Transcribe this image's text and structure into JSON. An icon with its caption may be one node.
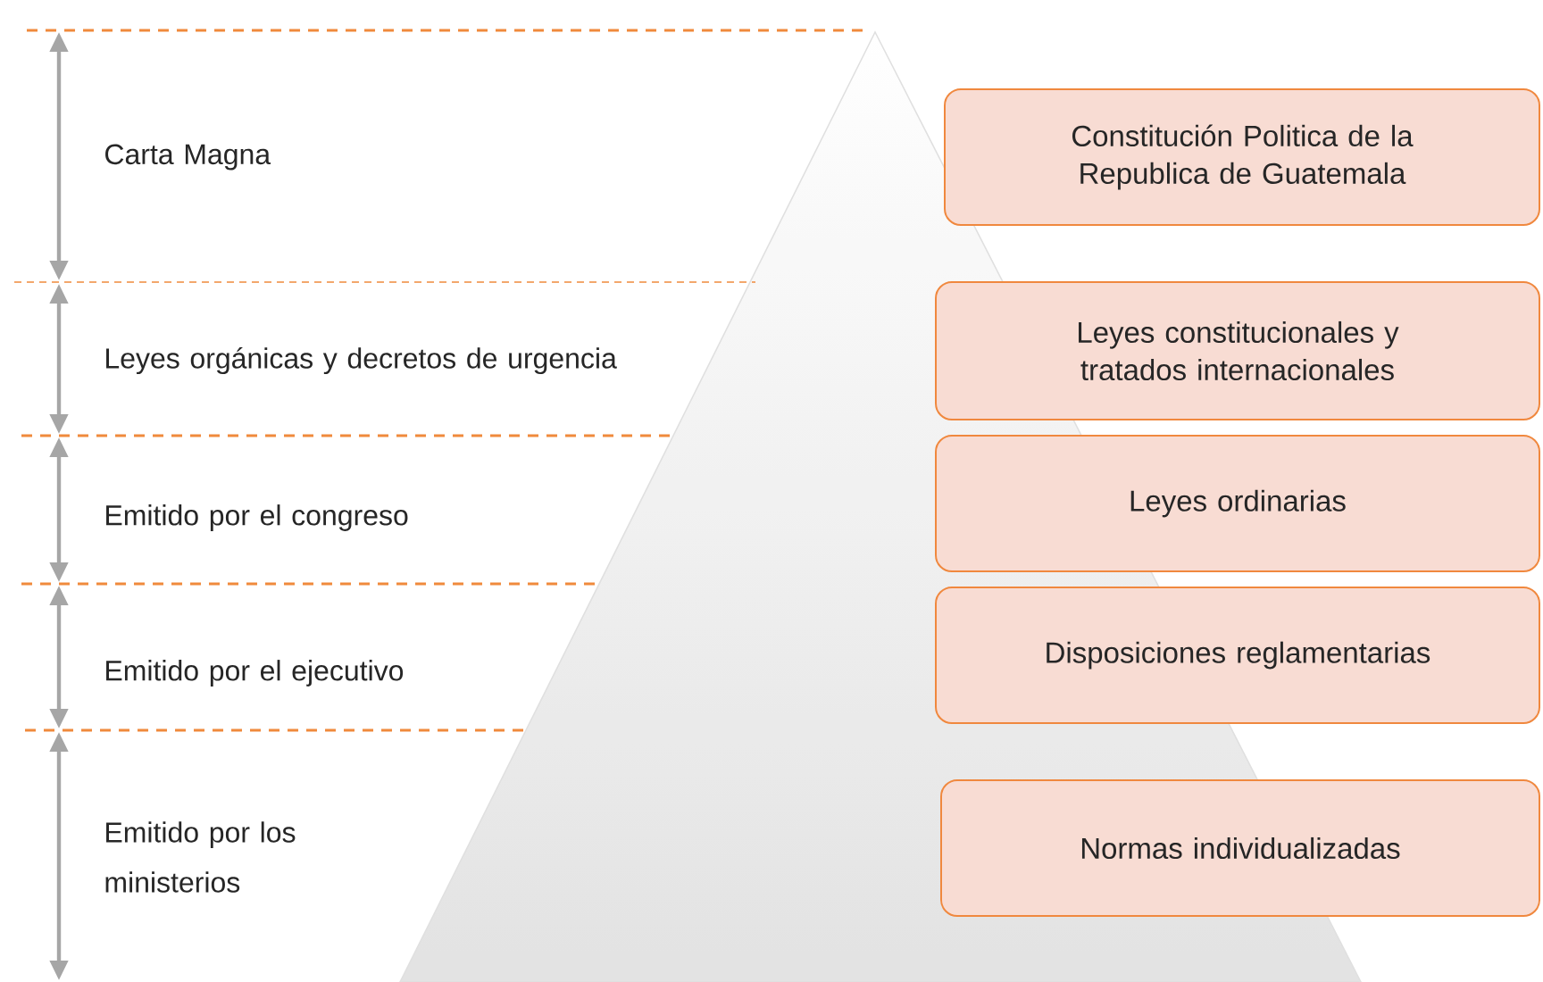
{
  "diagram": {
    "nodes": [
      {
        "text": [
          "Constitución Politica de la Republica de Guatemala"
        ]
      },
      {
        "text": [
          "Leyes constitucionales y tratados internacionales"
        ]
      },
      {
        "text": [
          "Leyes ordinarias"
        ]
      },
      {
        "text": [
          "Disposiciones reglamentarias"
        ]
      },
      {
        "text": [
          "Normas individualizadas"
        ]
      }
    ],
    "labels": [
      "Carta Magna",
      "Leyes orgánicas y decretos de urgencia",
      "Emitido por el congreso",
      "Emitido por el ejecutivo",
      "Emitido por los ministerios"
    ]
  }
}
